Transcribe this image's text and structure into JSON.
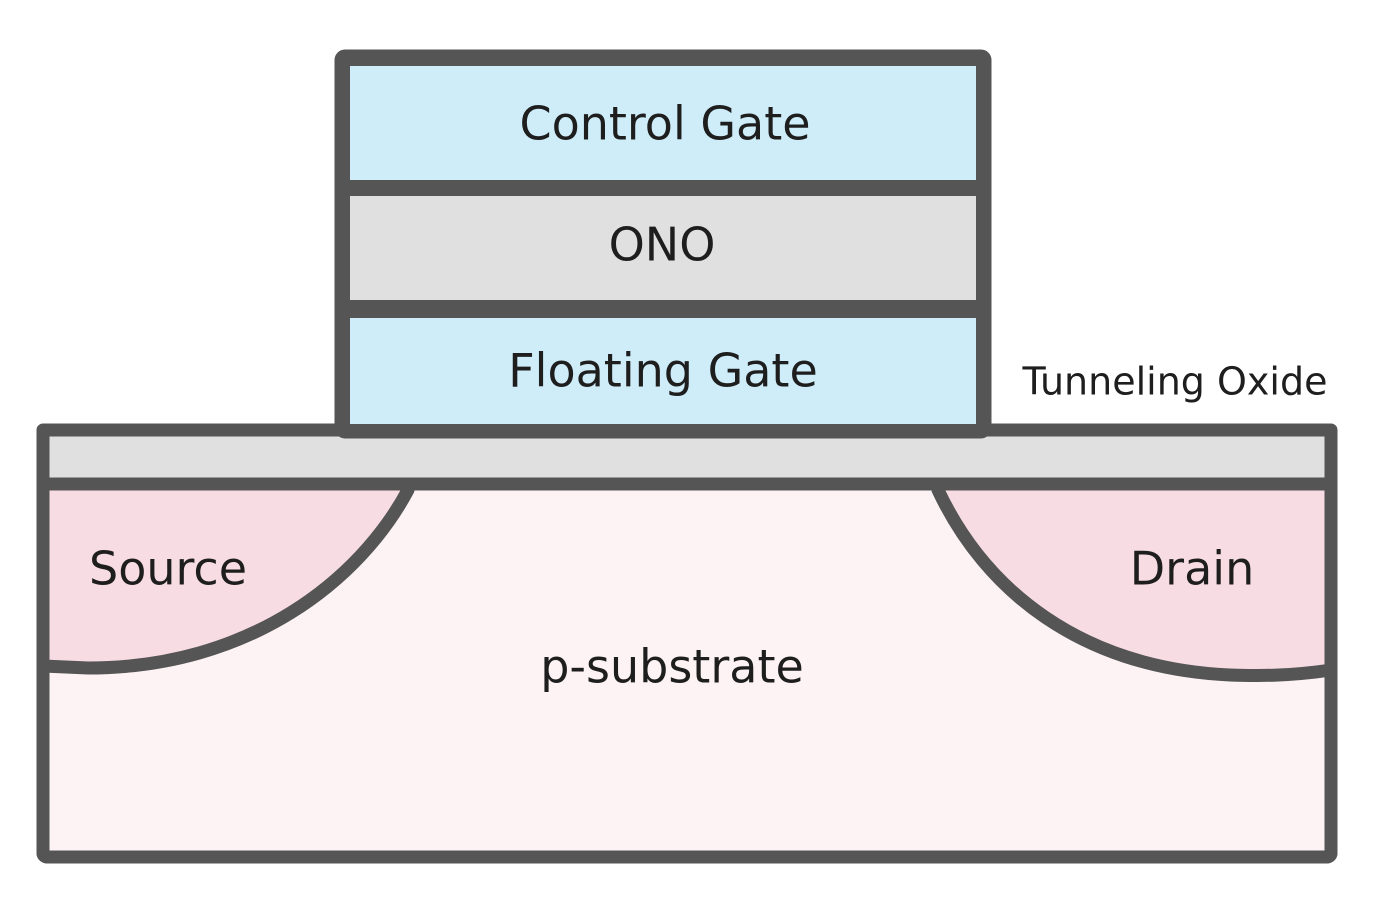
{
  "layers": {
    "control_gate": "Control Gate",
    "ono": "ONO",
    "floating_gate": "Floating Gate",
    "tunneling_oxide": "Tunneling Oxide"
  },
  "regions": {
    "source": "Source",
    "drain": "Drain",
    "substrate": "p-substrate"
  },
  "colors": {
    "outline": "#555555",
    "gate_fill": "#ceedf8",
    "oxide_fill": "#e0e0e0",
    "doped_fill": "#f8dce4",
    "substrate_fill": "#fdf3f5"
  }
}
